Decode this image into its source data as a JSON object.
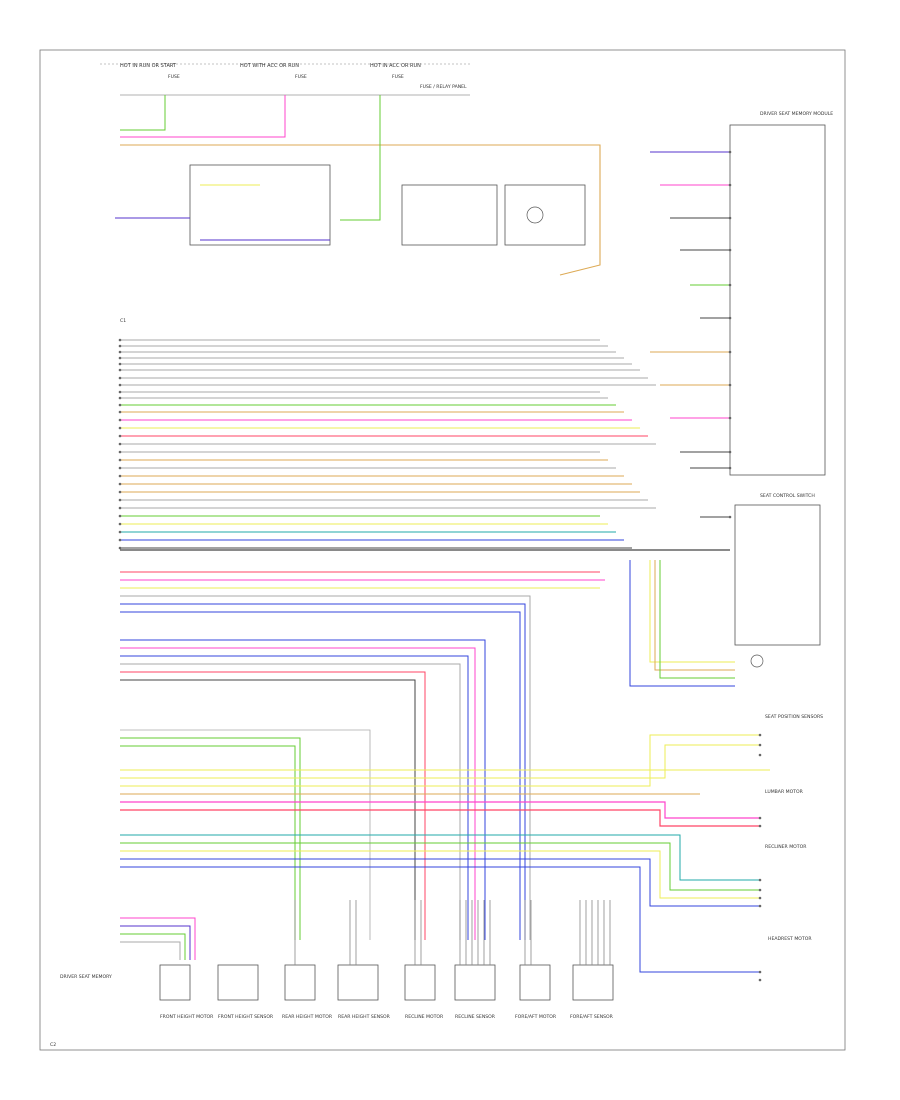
{
  "top_labels": [
    "HOT IN RUN OR START",
    "HOT WITH ACC OR RUN",
    "HOT IN ACC OR RUN"
  ],
  "fuse_labels": [
    "FUSE",
    "FUSE",
    "FUSE"
  ],
  "top_note": "FUSE / RELAY PANEL",
  "left_connector_group": "C1",
  "right_modules": [
    "DRIVER SEAT MEMORY MODULE",
    "SEAT CONTROL SWITCH",
    "SEAT POSITION SENSORS",
    "LUMBAR MOTOR",
    "RECLINER MOTOR",
    "HEADREST MOTOR"
  ],
  "bottom_motors": [
    "FRONT HEIGHT MOTOR",
    "FRONT HEIGHT SENSOR",
    "REAR HEIGHT MOTOR",
    "REAR HEIGHT SENSOR",
    "RECLINE MOTOR",
    "RECLINE SENSOR",
    "FORE/AFT MOTOR",
    "FORE/AFT SENSOR"
  ],
  "bottom_left_note": "DRIVER SEAT MEMORY",
  "footer_code": "C2",
  "colors": {
    "violet": "#5533cc",
    "pink": "#ff44cc",
    "green": "#66cc33",
    "orange": "#ddaa55",
    "yellow": "#eeee55",
    "red": "#ff4466",
    "blue": "#3344dd",
    "gray": "#aaaaaa",
    "dark": "#444444",
    "teal": "#22aaaa"
  }
}
